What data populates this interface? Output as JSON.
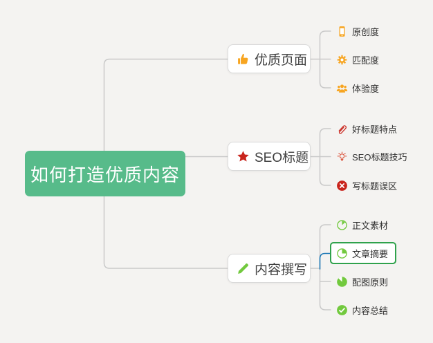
{
  "root": {
    "label": "如何打造优质内容",
    "bg_color": "#57BB8A",
    "text_color": "#FFFFFF"
  },
  "branches": [
    {
      "label": "优质页面",
      "icon": "thumbs-up-icon",
      "icon_color": "#F7A521",
      "children": [
        {
          "label": "原创度",
          "icon": "phone-icon",
          "icon_color": "#F7A521"
        },
        {
          "label": "匹配度",
          "icon": "gear-icon",
          "icon_color": "#F7A521"
        },
        {
          "label": "体验度",
          "icon": "users-icon",
          "icon_color": "#F7A521"
        }
      ]
    },
    {
      "label": "SEO标题",
      "icon": "star-icon",
      "icon_color": "#C9251D",
      "children": [
        {
          "label": "好标题特点",
          "icon": "paperclip-icon",
          "icon_color": "#C9251D"
        },
        {
          "label": "SEO标题技巧",
          "icon": "lightbulb-icon",
          "icon_color": "#D8452B"
        },
        {
          "label": "写标题误区",
          "icon": "x-circle-icon",
          "icon_color": "#C9251D"
        }
      ]
    },
    {
      "label": "内容撰写",
      "icon": "pencil-icon",
      "icon_color": "#72C93E",
      "children": [
        {
          "label": "正文素材",
          "icon": "pie-small-wedge-icon",
          "icon_color": "#72C93E"
        },
        {
          "label": "文章摘要",
          "icon": "pie-quarter-icon",
          "icon_color": "#72C93E",
          "selected": true
        },
        {
          "label": "配图原则",
          "icon": "pie-three-quarter-icon",
          "icon_color": "#72C93E"
        },
        {
          "label": "内容总结",
          "icon": "check-circle-icon",
          "icon_color": "#72C93E"
        }
      ]
    }
  ],
  "selection": {
    "selected_label": "文章摘要",
    "selection_border_color": "#2FA24C",
    "selected_connector_color": "#1E79B6"
  },
  "style_colors": {
    "background": "#F4F3F1",
    "connector": "#C9C9C9",
    "node_border": "#DADADA"
  }
}
